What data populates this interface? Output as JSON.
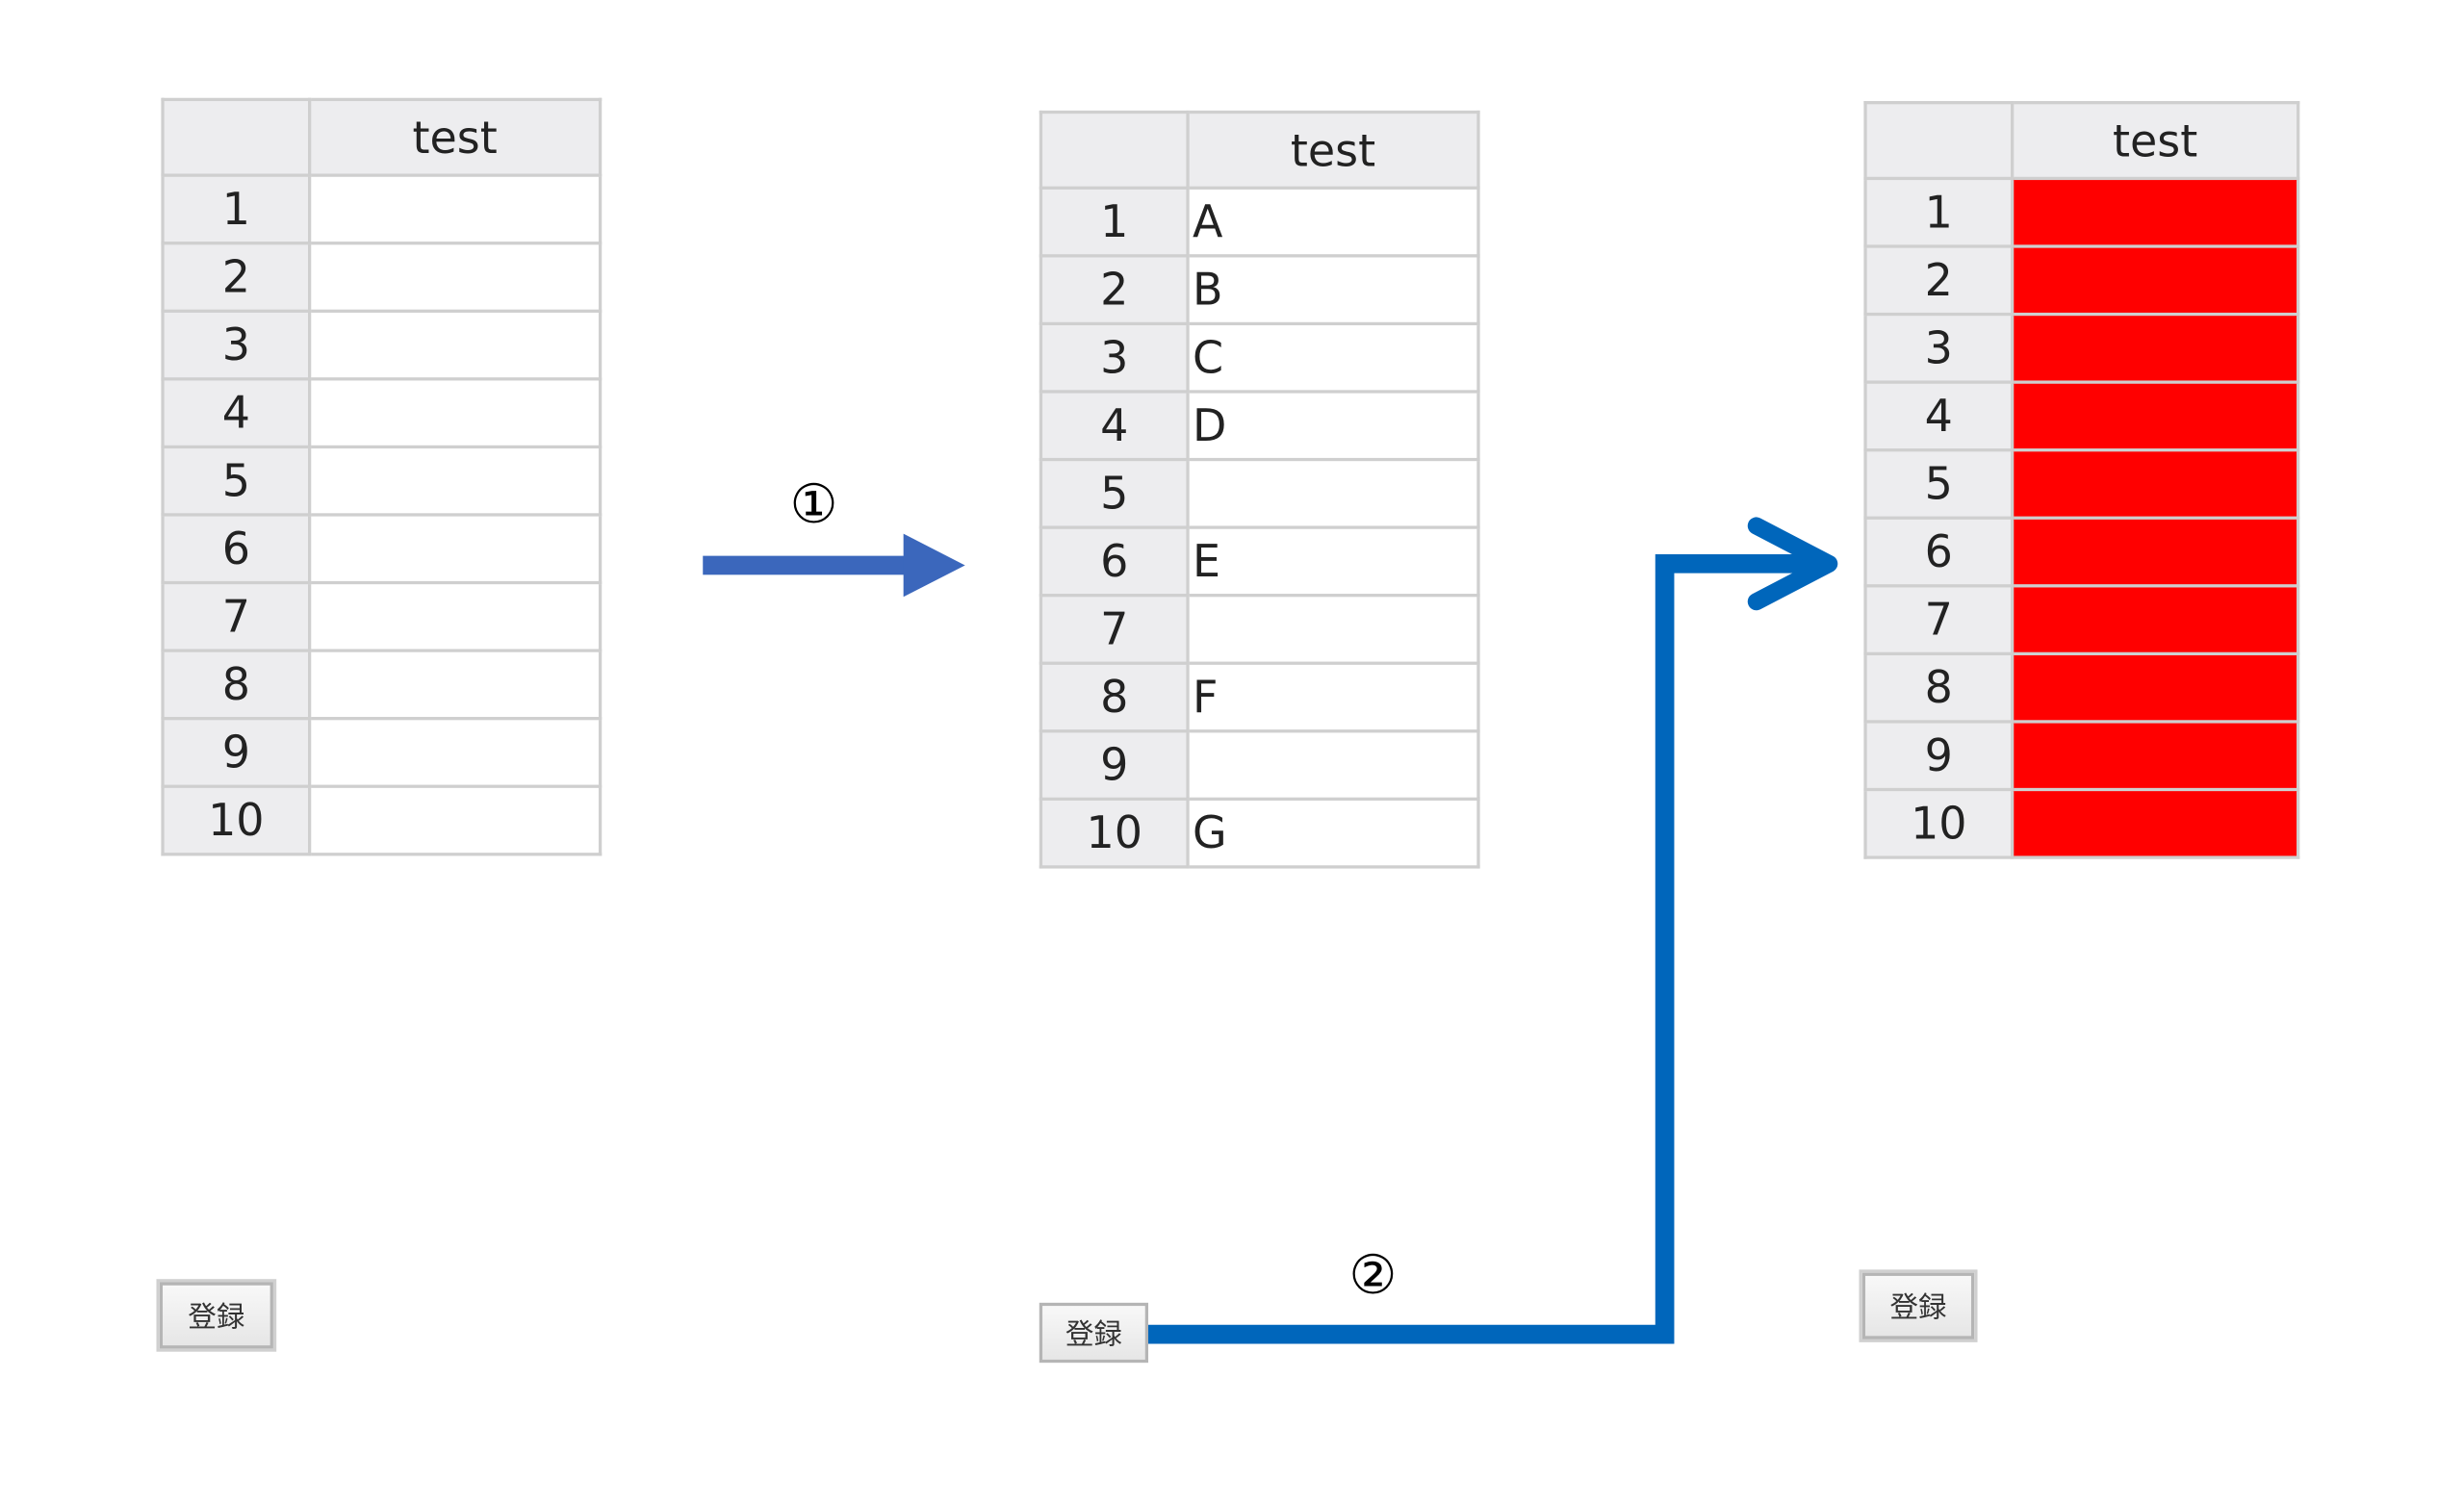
{
  "tables": [
    {
      "header": "test",
      "rows": [
        {
          "n": "1",
          "v": ""
        },
        {
          "n": "2",
          "v": ""
        },
        {
          "n": "3",
          "v": ""
        },
        {
          "n": "4",
          "v": ""
        },
        {
          "n": "5",
          "v": ""
        },
        {
          "n": "6",
          "v": ""
        },
        {
          "n": "7",
          "v": ""
        },
        {
          "n": "8",
          "v": ""
        },
        {
          "n": "9",
          "v": ""
        },
        {
          "n": "10",
          "v": ""
        }
      ]
    },
    {
      "header": "test",
      "rows": [
        {
          "n": "1",
          "v": "A"
        },
        {
          "n": "2",
          "v": "B"
        },
        {
          "n": "3",
          "v": "C"
        },
        {
          "n": "4",
          "v": "D"
        },
        {
          "n": "5",
          "v": ""
        },
        {
          "n": "6",
          "v": "E"
        },
        {
          "n": "7",
          "v": ""
        },
        {
          "n": "8",
          "v": "F"
        },
        {
          "n": "9",
          "v": ""
        },
        {
          "n": "10",
          "v": "G"
        }
      ]
    },
    {
      "header": "test",
      "cell_color": "#ff0000",
      "rows": [
        {
          "n": "1",
          "v": ""
        },
        {
          "n": "2",
          "v": ""
        },
        {
          "n": "3",
          "v": ""
        },
        {
          "n": "4",
          "v": ""
        },
        {
          "n": "5",
          "v": ""
        },
        {
          "n": "6",
          "v": ""
        },
        {
          "n": "7",
          "v": ""
        },
        {
          "n": "8",
          "v": ""
        },
        {
          "n": "9",
          "v": ""
        },
        {
          "n": "10",
          "v": ""
        }
      ]
    }
  ],
  "buttons": {
    "register_1": "登録",
    "register_2": "登録",
    "register_3": "登録"
  },
  "steps": {
    "step1": "①",
    "step2": "②"
  },
  "colors": {
    "arrow1": "#3b67bc",
    "arrow2": "#0066bb"
  }
}
